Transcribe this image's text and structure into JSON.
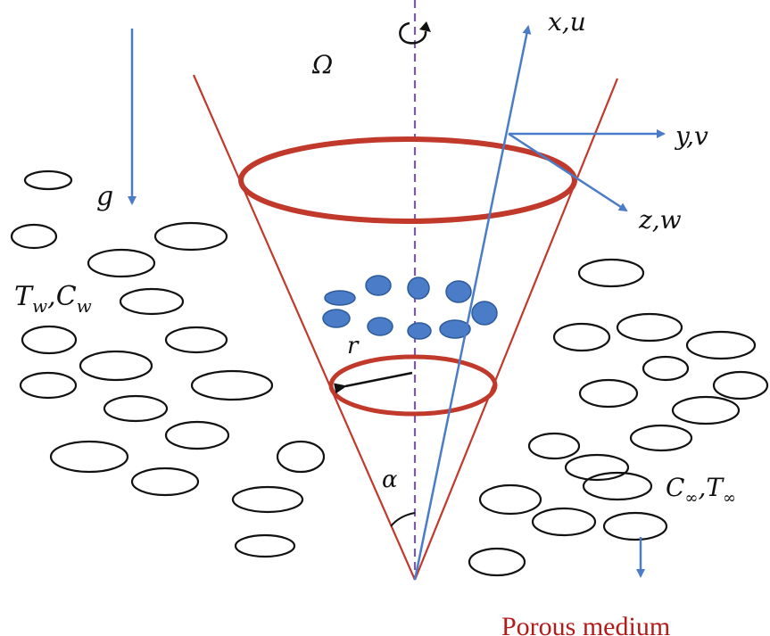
{
  "labels": {
    "omega": "Ω",
    "gravity": "g",
    "axis_x": "x,u",
    "axis_y": "y,v",
    "axis_z": "z,w",
    "wall_T": "T",
    "wall_T_sub": "w",
    "wall_C": "C",
    "wall_C_sub": "w",
    "radius": "r",
    "angle": "α",
    "inf_C": "C",
    "inf_C_sub": "∞",
    "inf_T": "T",
    "inf_T_sub": "∞",
    "medium": "Porous medium"
  },
  "icons": {
    "rotation": "rotation-arrow-icon"
  },
  "colors": {
    "cone": "#c0392b",
    "axis_arrows": "#4a7cc7",
    "particles": "#4a7cc7",
    "pores": "#111111",
    "center_line": "#7b5ba6",
    "radius_arrow": "#111111",
    "medium_text": "#b31b1b"
  }
}
